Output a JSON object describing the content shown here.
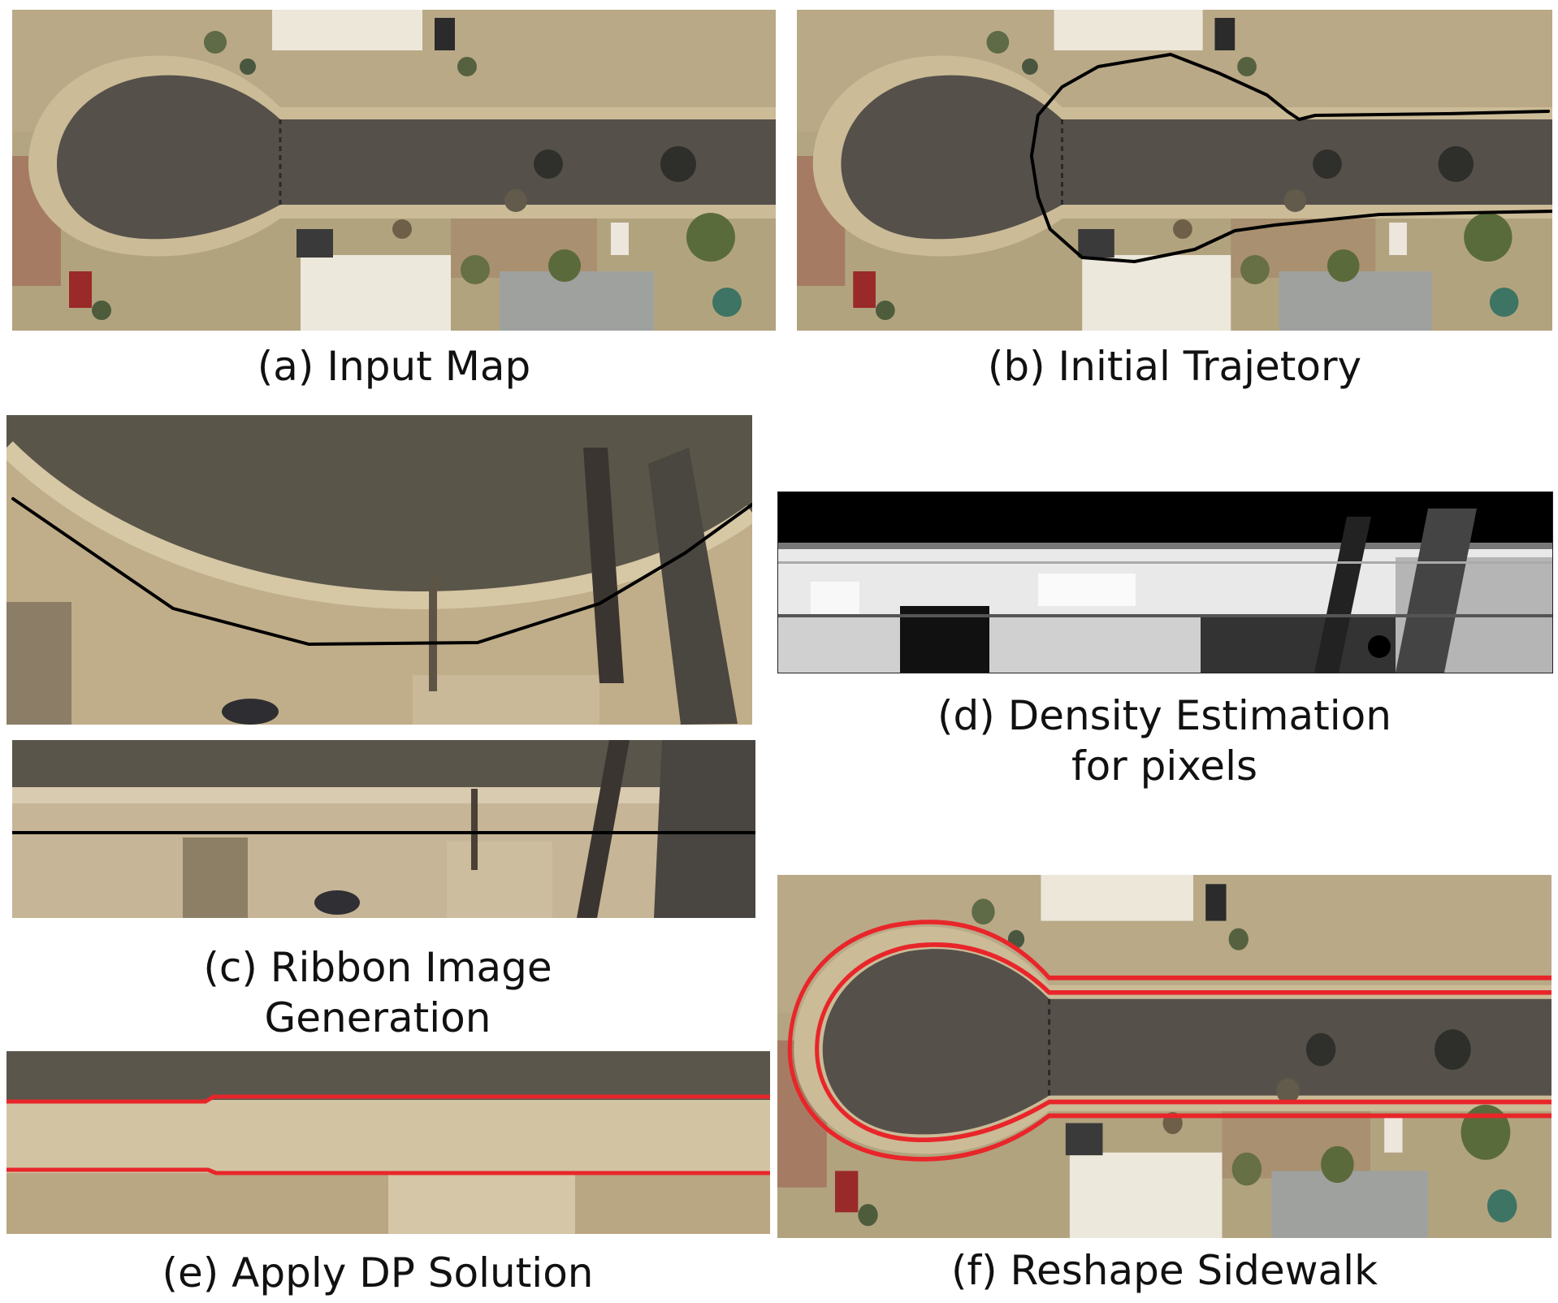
{
  "figure": {
    "panels": [
      {
        "id": "a",
        "caption": "(a) Input Map"
      },
      {
        "id": "b",
        "caption": "(b) Initial Trajetory"
      },
      {
        "id": "c",
        "caption_lines": [
          "(c) Ribbon Image",
          "Generation"
        ]
      },
      {
        "id": "d",
        "caption_lines": [
          "(d) Density Estimation",
          "for pixels"
        ]
      },
      {
        "id": "e",
        "caption": "(e) Apply DP Solution"
      },
      {
        "id": "f",
        "caption": "(f) Reshape Sidewalk"
      }
    ],
    "colors": {
      "asphalt": "#57524a",
      "sidewalk": "#c2b08c",
      "ground": "#b7a886",
      "roof_light": "#ece6d8",
      "roof_gray": "#9ea09c",
      "trajectory": "#000000",
      "sidewalk_boundary": "#e8262a"
    }
  }
}
